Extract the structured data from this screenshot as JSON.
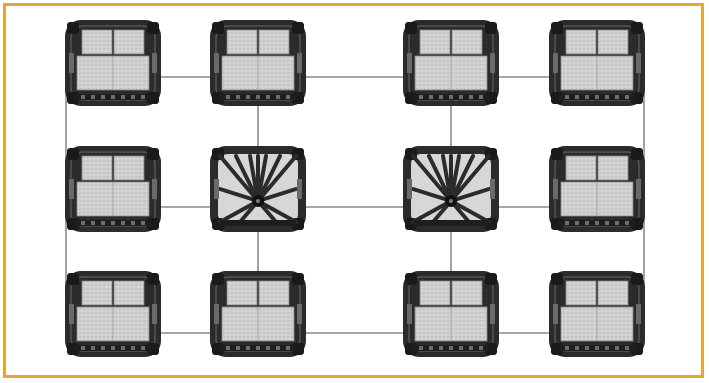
{
  "diagram": {
    "frame_color": "#e8a33a",
    "line_color": "#8a8a8a",
    "module_body_color": "#2b2b2b",
    "panel_color": "#c9c9c9",
    "rows": [
      [
        "panel-module",
        "panel-module",
        "panel-module",
        "panel-module"
      ],
      [
        "panel-module",
        "truss-module",
        "truss-module",
        "panel-module"
      ],
      [
        "panel-module",
        "panel-module",
        "panel-module",
        "panel-module"
      ]
    ]
  }
}
